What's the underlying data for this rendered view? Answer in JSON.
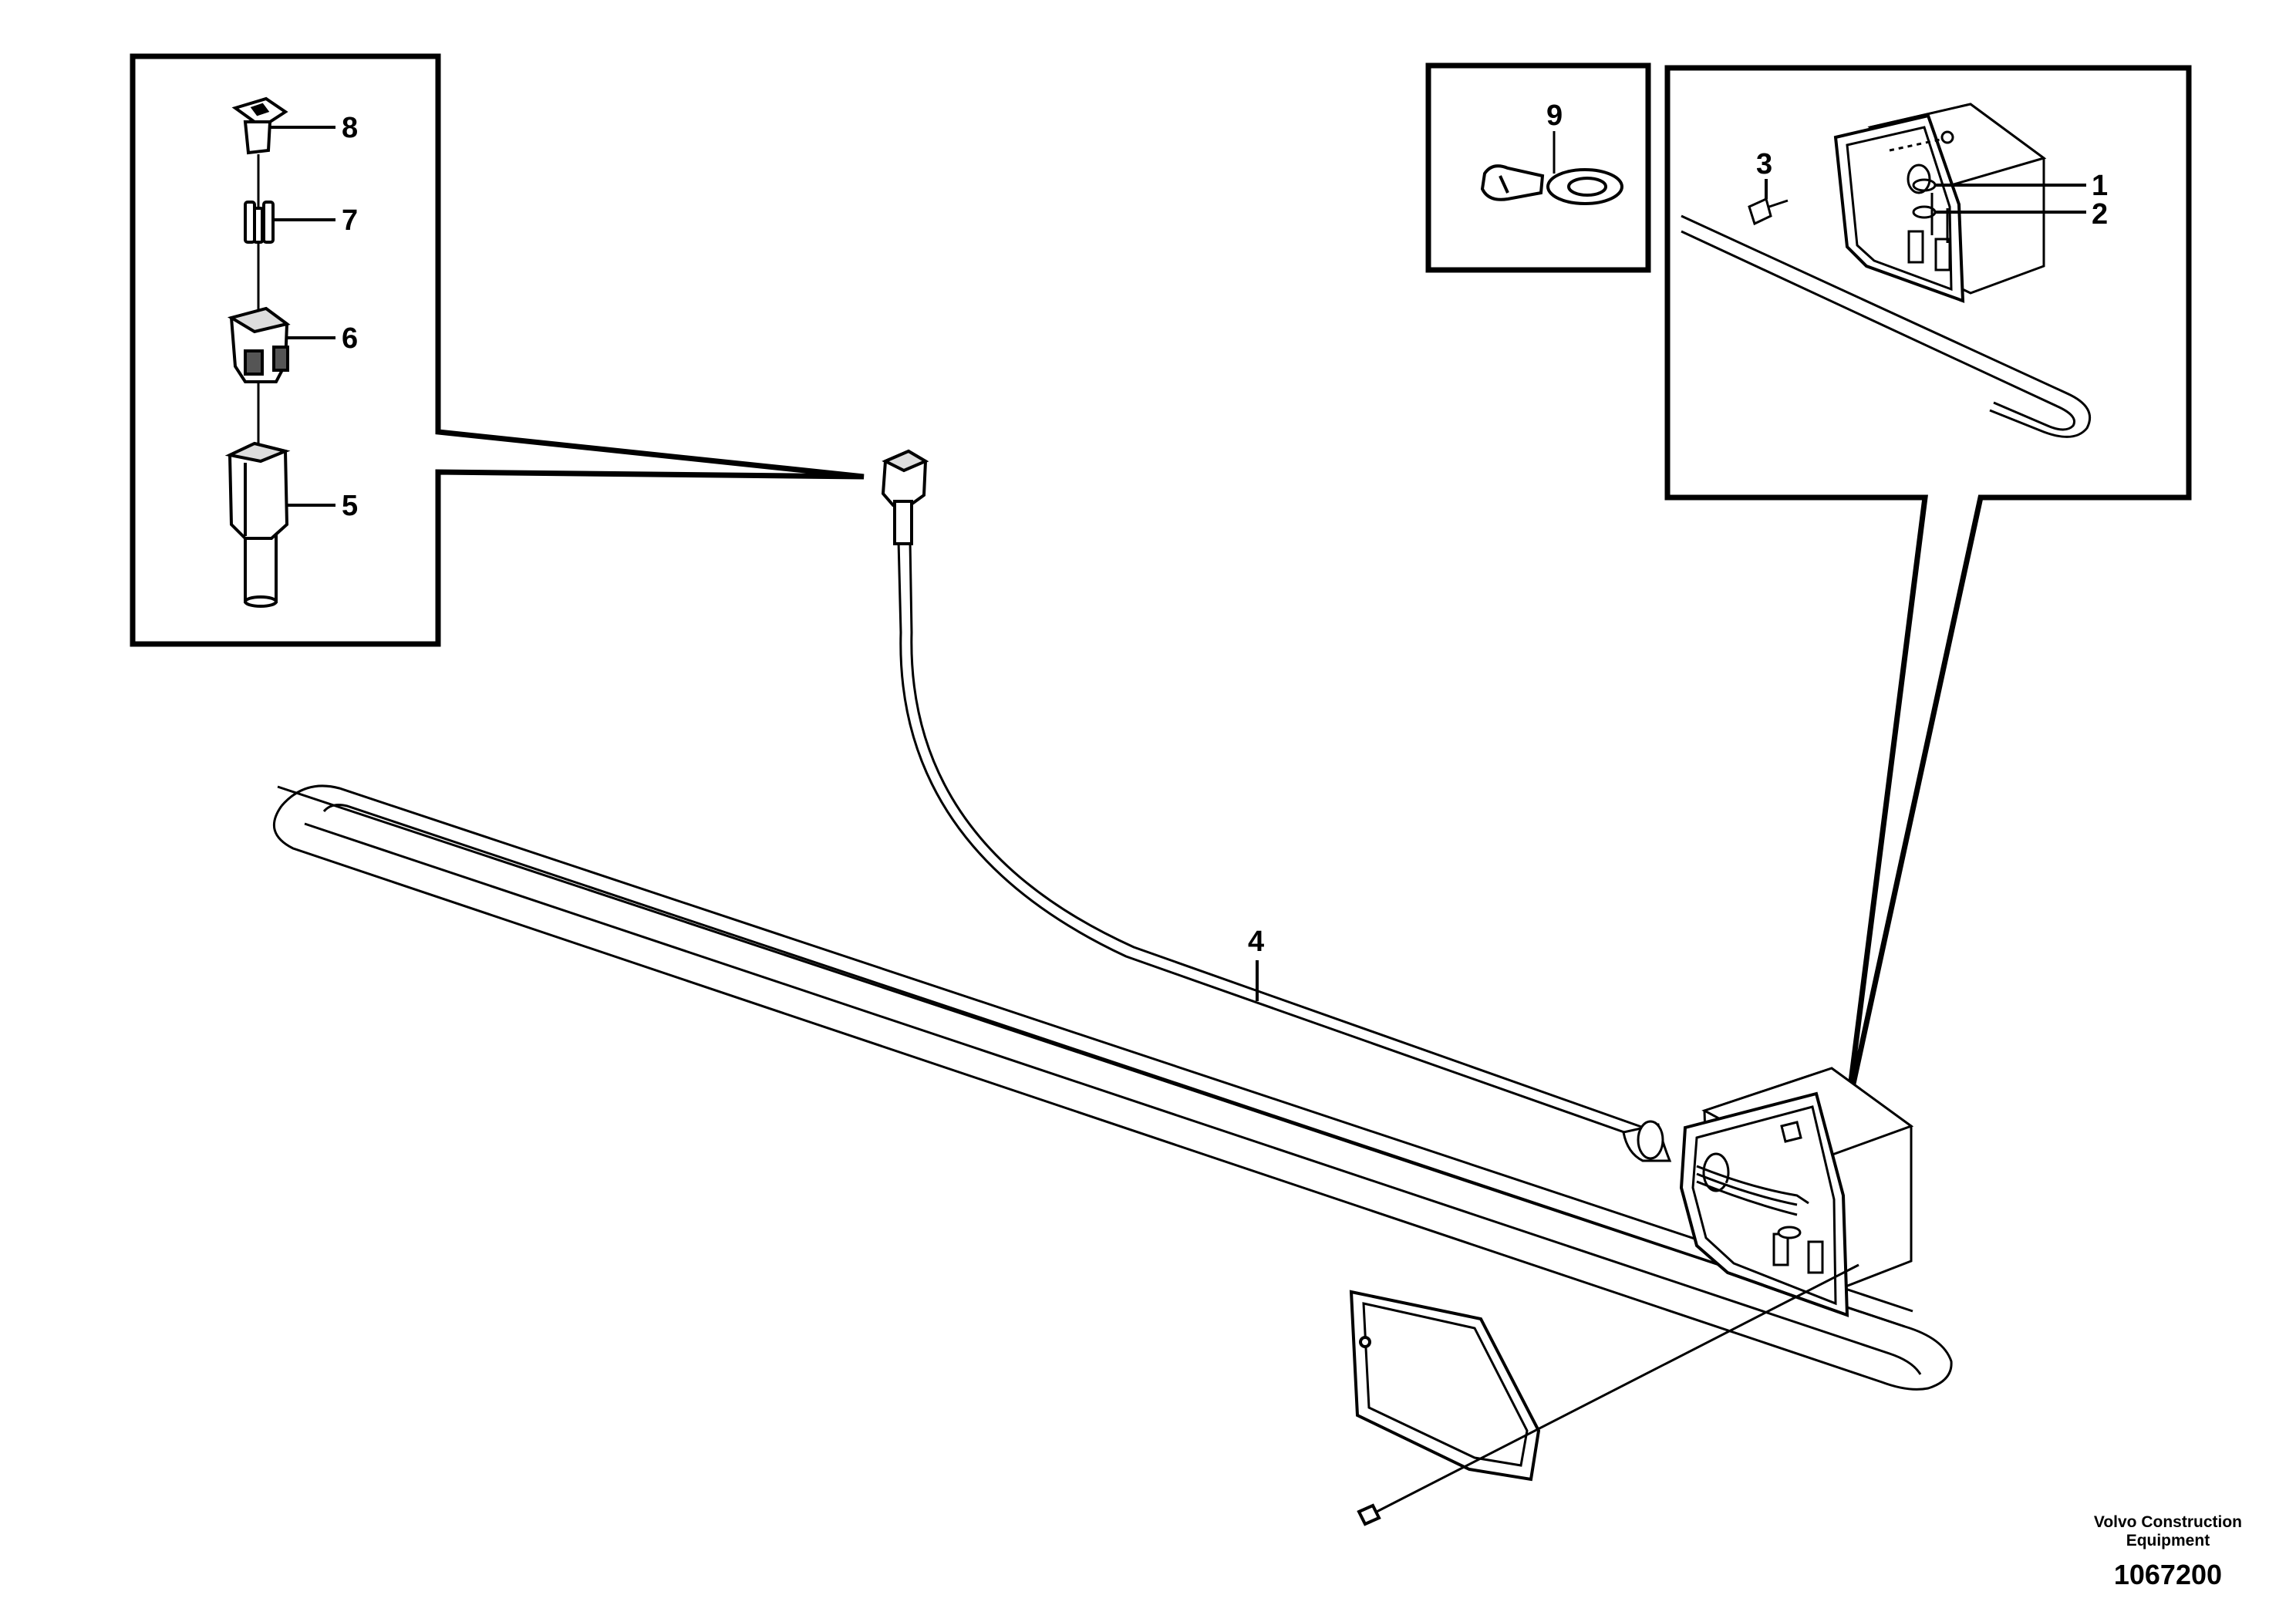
{
  "callouts": {
    "p1": "1",
    "p2": "2",
    "p3": "3",
    "p4": "4",
    "p5": "5",
    "p6": "6",
    "p7": "7",
    "p8": "8",
    "p9": "9"
  },
  "footer": {
    "company_line1": "Volvo Construction",
    "company_line2": "Equipment",
    "drawing_number": "1067200"
  }
}
